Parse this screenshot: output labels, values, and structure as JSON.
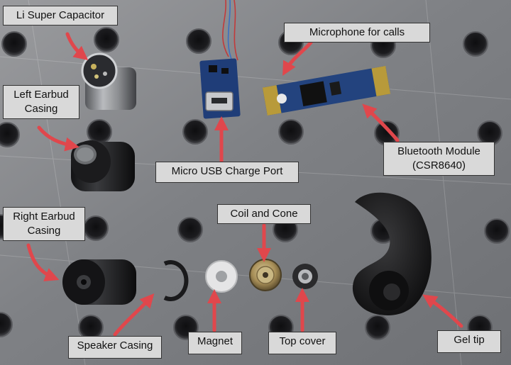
{
  "labels": {
    "li_super_capacitor": "Li Super Capacitor",
    "microphone_for_calls": "Microphone for calls",
    "left_earbud_casing_line1": "Left Earbud",
    "left_earbud_casing_line2": "Casing",
    "micro_usb_charge_port": "Micro USB Charge Port",
    "bluetooth_module_line1": "Bluetooth Module",
    "bluetooth_module_line2": "(CSR8640)",
    "right_earbud_casing_line1": "Right Earbud",
    "right_earbud_casing_line2": "Casing",
    "coil_and_cone": "Coil and Cone",
    "speaker_casing": "Speaker Casing",
    "magnet": "Magnet",
    "top_cover": "Top cover",
    "gel_tip": "Gel tip"
  },
  "colors": {
    "plate": "#8b8d90",
    "arrow": "#e0474c",
    "label_bg": "#d9d9d9",
    "label_border": "#333333"
  }
}
